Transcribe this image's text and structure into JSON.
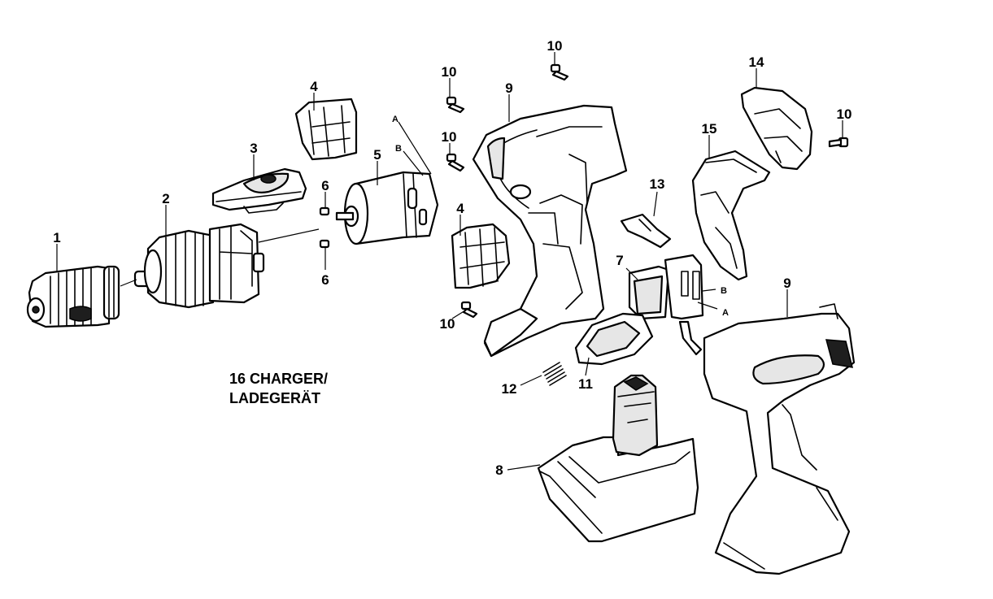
{
  "diagram": {
    "parts": [
      {
        "id": "1",
        "label": "1"
      },
      {
        "id": "2",
        "label": "2"
      },
      {
        "id": "3",
        "label": "3"
      },
      {
        "id": "4a",
        "label": "4"
      },
      {
        "id": "4b",
        "label": "4"
      },
      {
        "id": "5",
        "label": "5"
      },
      {
        "id": "6a",
        "label": "6"
      },
      {
        "id": "6b",
        "label": "6"
      },
      {
        "id": "7",
        "label": "7"
      },
      {
        "id": "8",
        "label": "8"
      },
      {
        "id": "9a",
        "label": "9"
      },
      {
        "id": "9b",
        "label": "9"
      },
      {
        "id": "10a",
        "label": "10"
      },
      {
        "id": "10b",
        "label": "10"
      },
      {
        "id": "10c",
        "label": "10"
      },
      {
        "id": "10d",
        "label": "10"
      },
      {
        "id": "10e",
        "label": "10"
      },
      {
        "id": "11",
        "label": "11"
      },
      {
        "id": "12",
        "label": "12"
      },
      {
        "id": "13",
        "label": "13"
      },
      {
        "id": "14",
        "label": "14"
      },
      {
        "id": "15",
        "label": "15"
      }
    ],
    "connection_letters": {
      "motor_a": "A",
      "motor_b": "B",
      "switch_a": "A",
      "switch_b": "B"
    },
    "charger_note": {
      "line1": "16 CHARGER/",
      "line2": "LADEGERÄT"
    }
  }
}
